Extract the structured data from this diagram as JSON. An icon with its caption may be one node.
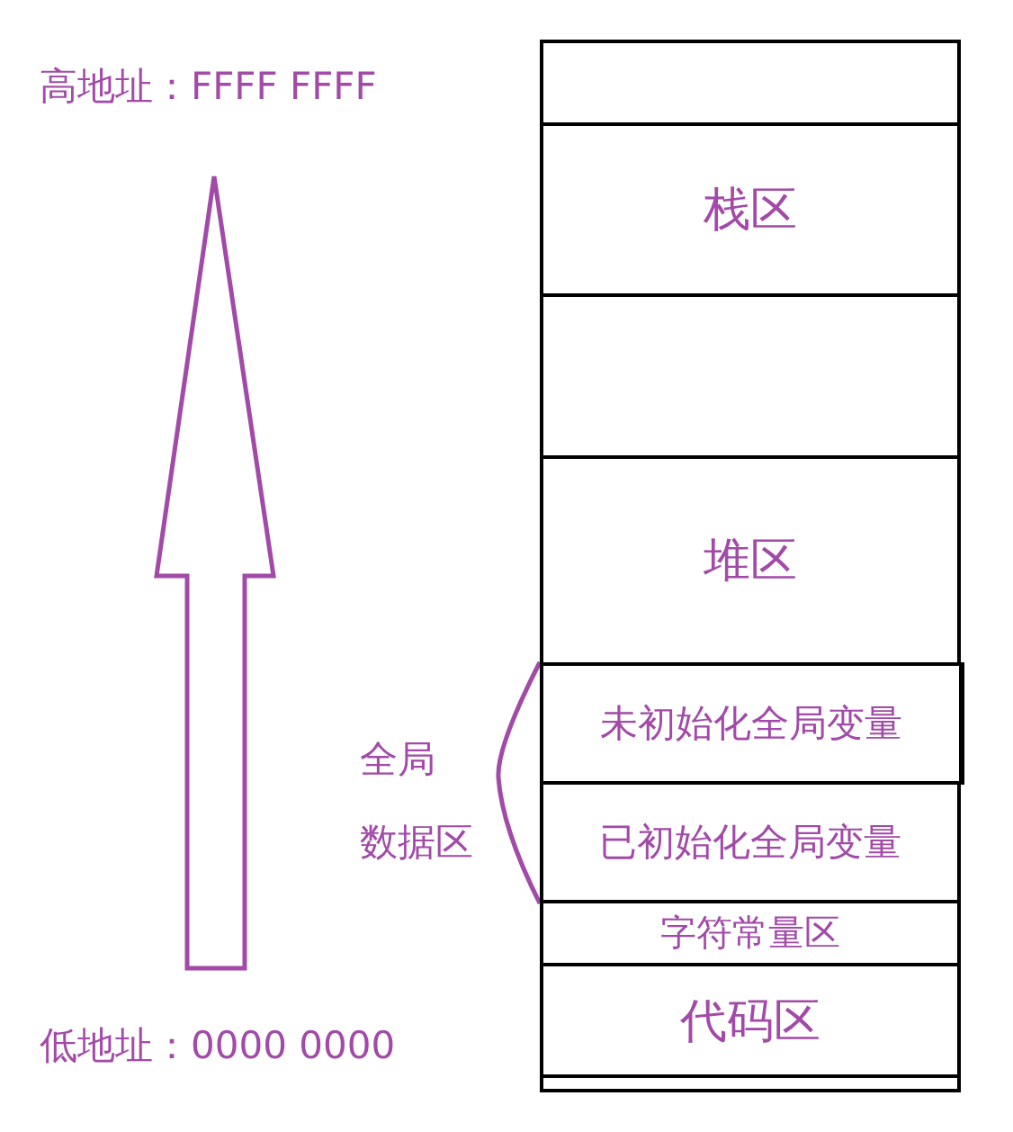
{
  "diagram": {
    "nodes": [
      {
        "text": [],
        "shape": "box"
      },
      {
        "text": [
          "栈区"
        ]
      },
      {
        "text": [],
        "shape": "box"
      },
      {
        "text": [
          "堆区"
        ]
      },
      {
        "text": [
          "未初始化全局变量"
        ]
      },
      {
        "text": [
          "已初始化全局变量"
        ]
      },
      {
        "text": [
          "字符常量区"
        ]
      },
      {
        "text": [
          "代码区"
        ]
      },
      {
        "text": [],
        "shape": "box"
      }
    ],
    "edges": [],
    "labels": [
      "高地址：FFFF FFFF",
      "全局",
      "数据区",
      "低地址：0000 0000"
    ]
  }
}
